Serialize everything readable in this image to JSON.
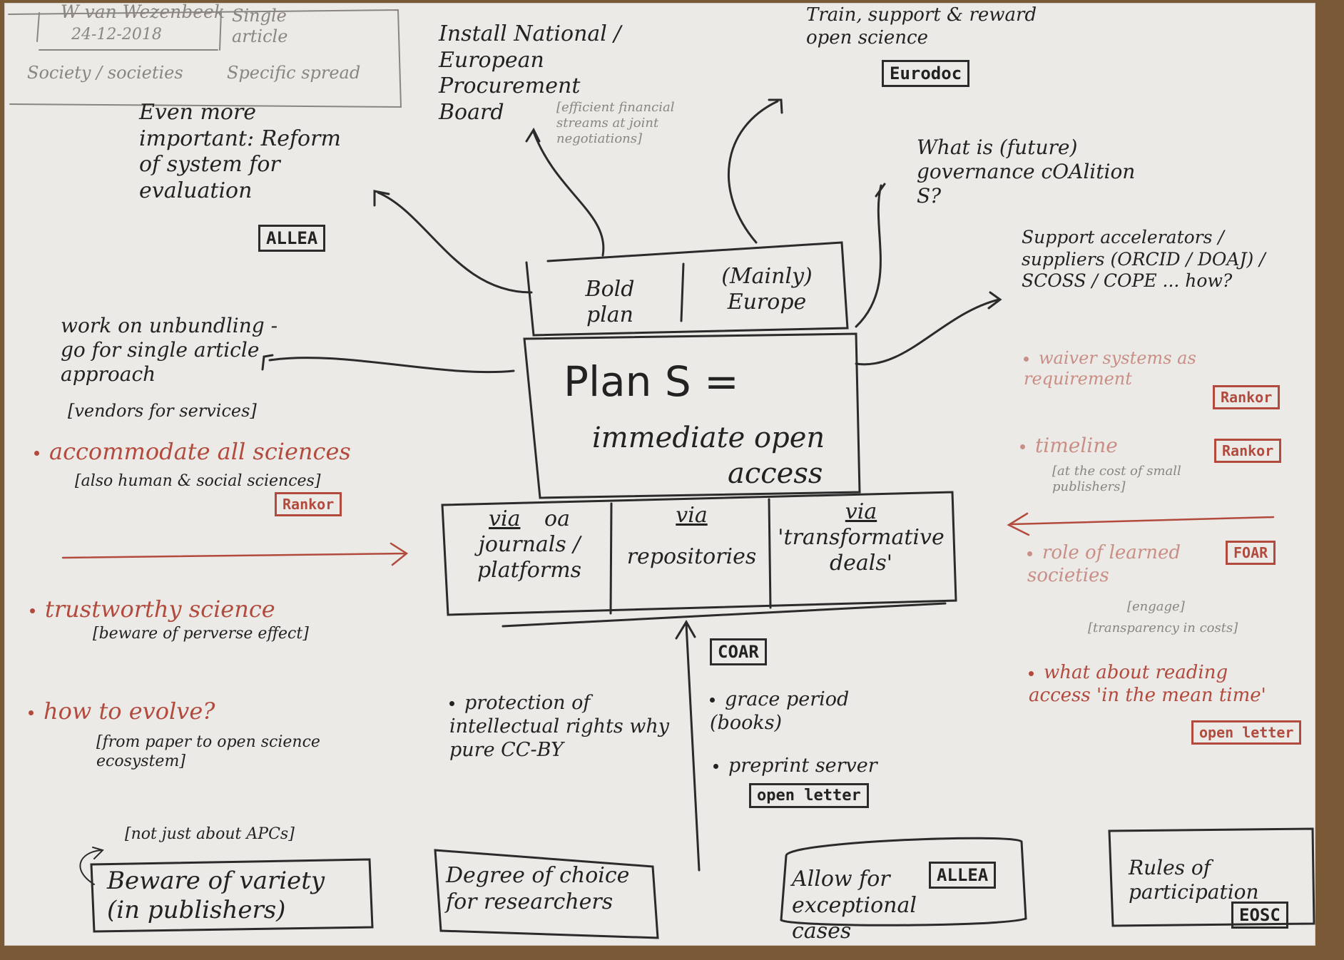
{
  "header": {
    "author": "W van Wezenbeek",
    "date": "24-12-2018",
    "topic_top": "Single article",
    "topic_left": "Society / societies",
    "topic_right": "Specific spread"
  },
  "center": {
    "title": "Plan S =",
    "subtitle_1": "immediate open",
    "subtitle_2": "access",
    "top_left": "Bold plan",
    "top_right": "(Mainly) Europe",
    "via_1_label": "via",
    "via_1_extra": "oa",
    "via_1_text": "journals / platforms",
    "via_2_label": "via",
    "via_2_text": "repositories",
    "via_3_label": "via",
    "via_3_text": "'transformative deals'"
  },
  "notes": {
    "install": "Install National / European Procurement Board",
    "install_sub": "[efficient financial streams at joint negotiations]",
    "train": "Train, support & reward open science",
    "train_tag": "Eurodoc",
    "governance": "What is (future) governance cOAlition S?",
    "support": "Support accelerators / suppliers (ORCID / DOAJ) / SCOSS / COPE ... how?",
    "even_more": "Even more important: Reform of system for evaluation",
    "even_more_tag": "ALLEA",
    "unbundling": "work on unbundling - go for single article approach",
    "unbundling_sub": "[vendors for services]",
    "accomodate": "accommodate all sciences",
    "accomodate_sub": "[also human & social sciences]",
    "accomodate_tag": "Rankor",
    "trust": "trustworthy science",
    "trust_sub": "[beware of perverse effect]",
    "evolve": "how to evolve?",
    "evolve_sub": "[from paper to open science ecosystem]",
    "waiver": "waiver systems as requirement",
    "waiver_tag": "Rankor",
    "timeline": "timeline",
    "timeline_sub": "[at the cost of small publishers]",
    "timeline_tag": "Rankor",
    "learned": "role of learned societies",
    "learned_sub_1": "[engage]",
    "learned_sub_2": "[transparency in costs]",
    "learned_tag": "FOAR",
    "reading": "what about reading access 'in the mean time'",
    "reading_tag": "open letter",
    "protection": "protection of intellectual rights why pure CC-BY",
    "coar_tag": "COAR",
    "grace": "grace period (books)",
    "preprint": "preprint server",
    "preprint_tag": "open letter",
    "not_apc": "[not just about APCs]",
    "beware": "Beware of variety (in publishers)",
    "degree": "Degree of choice for researchers",
    "allow": "Allow for exceptional cases",
    "allow_tag": "ALLEA",
    "rules": "Rules of participation",
    "rules_tag": "EOSC"
  }
}
